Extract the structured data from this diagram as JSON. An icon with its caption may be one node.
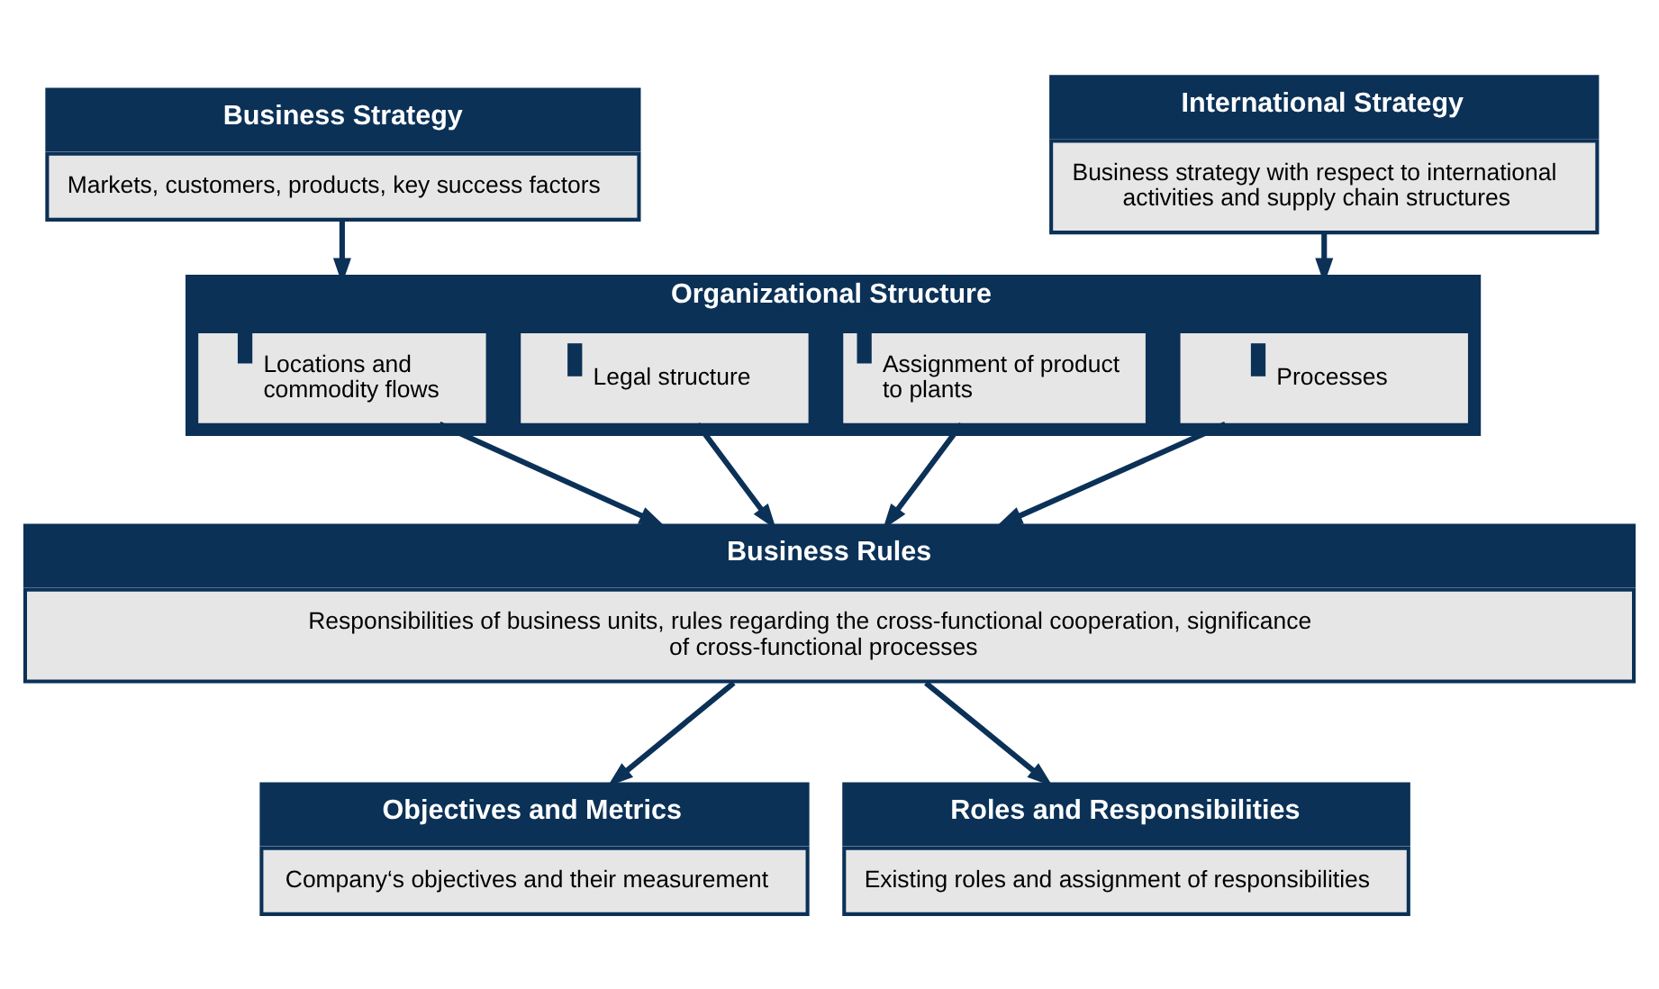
{
  "diagram": {
    "nodes": [
      {
        "text": [
          "Business Strategy",
          "Markets, customers, products, key success factors"
        ]
      },
      {
        "text": [
          "International Strategy",
          "Business strategy with respect to international activities and supply chain structures"
        ]
      },
      {
        "text": [
          "Organizational Structure"
        ]
      },
      {
        "text": [
          "Locations and commodity flows"
        ],
        "in": 2
      },
      {
        "text": [
          "Legal structure"
        ],
        "in": 2
      },
      {
        "text": [
          "Assignment of product to plants"
        ],
        "in": 2
      },
      {
        "text": [
          "Processes"
        ],
        "in": 2
      },
      {
        "text": [
          "Business Rules",
          "Responsibilities of business units, rules regarding the cross-functional cooperation, significance of cross-functional processes"
        ]
      },
      {
        "text": [
          "Objectives and Metrics",
          "Company‘s objectives and their measurement"
        ]
      },
      {
        "text": [
          "Roles and Responsibilities",
          "Existing roles and assignment of responsibilities"
        ]
      }
    ],
    "edges": [
      {
        "from": 0,
        "to": 2,
        "arrow": "to"
      },
      {
        "from": 1,
        "to": 2,
        "arrow": "to"
      },
      {
        "from": 3,
        "to": 7,
        "arrow": "to"
      },
      {
        "from": 4,
        "to": 7,
        "arrow": "to"
      },
      {
        "from": 5,
        "to": 7,
        "arrow": "to"
      },
      {
        "from": 6,
        "to": 7,
        "arrow": "to"
      },
      {
        "from": 7,
        "to": 8,
        "arrow": "to"
      },
      {
        "from": 7,
        "to": 9,
        "arrow": "to"
      }
    ]
  }
}
